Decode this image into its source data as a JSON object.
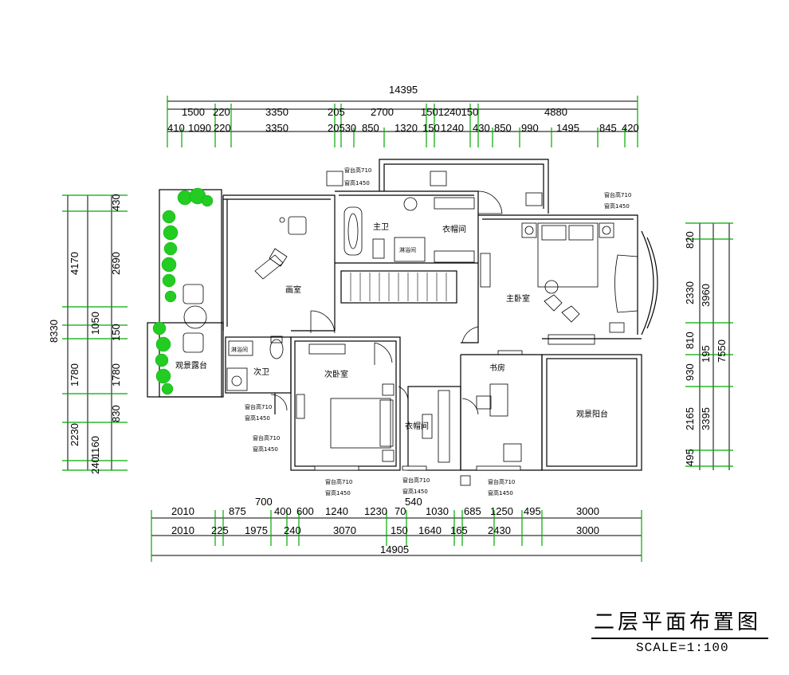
{
  "title": "二层平面布置图",
  "scale": "SCALE=1:100",
  "dims": {
    "top_total": "14395",
    "top_row1": [
      "1500",
      "220",
      "3350",
      "205",
      "2700",
      "1501240150",
      "4880"
    ],
    "top_row2": [
      "410",
      "1090",
      "220",
      "3350",
      "20530",
      "850",
      "1320",
      "150",
      "1240",
      "430",
      "850",
      "990",
      "1495",
      "845",
      "420"
    ],
    "bottom_total": "14905",
    "bottom_row1": [
      "2010",
      "875",
      "700",
      "400",
      "600",
      "1240",
      "1230",
      "70",
      "540",
      "1030",
      "685",
      "1250",
      "495",
      "3000"
    ],
    "bottom_row2": [
      "2010",
      "225",
      "1975",
      "240",
      "3070",
      "150",
      "1640",
      "165",
      "2430",
      "3000"
    ],
    "left_outer": [
      "4170",
      "8330",
      "2230",
      "240"
    ],
    "left_mid": [
      "1050",
      "1780"
    ],
    "left_inner": [
      "430",
      "2690",
      "150",
      "1780",
      "830",
      "1160"
    ],
    "right_inner": [
      "820",
      "2330",
      "810",
      "930",
      "2165",
      "495"
    ],
    "right_outer": [
      "3960",
      "195",
      "7550",
      "3395"
    ]
  },
  "rooms": {
    "studio": "画室",
    "master_bath": "主卫",
    "closet1": "衣帽间",
    "master_bedroom": "主卧室",
    "second_bath": "次卫",
    "second_bedroom": "次卧室",
    "closet2": "衣帽间",
    "study": "书房",
    "view_balcony": "观景阳台",
    "view_terrace": "观景露台",
    "shower": "淋浴间",
    "shower2": "淋浴间"
  },
  "notes": {
    "win_a1": "窗台高710",
    "win_a2": "窗高1450",
    "win_b1": "窗台高710",
    "win_b2": "窗高1450",
    "win_c1": "窗台高710",
    "win_c2": "窗高1450",
    "win_d1": "窗台高710",
    "win_d2": "窗高1450",
    "win_e1": "窗台高710",
    "win_e2": "窗高1450",
    "win_f1": "窗台高710",
    "win_f2": "窗高1450",
    "win_g1": "窗台高710",
    "win_g2": "窗高1450"
  },
  "colors": {
    "line": "#000000",
    "dim": "#00aa00",
    "plant": "#22cc22"
  }
}
